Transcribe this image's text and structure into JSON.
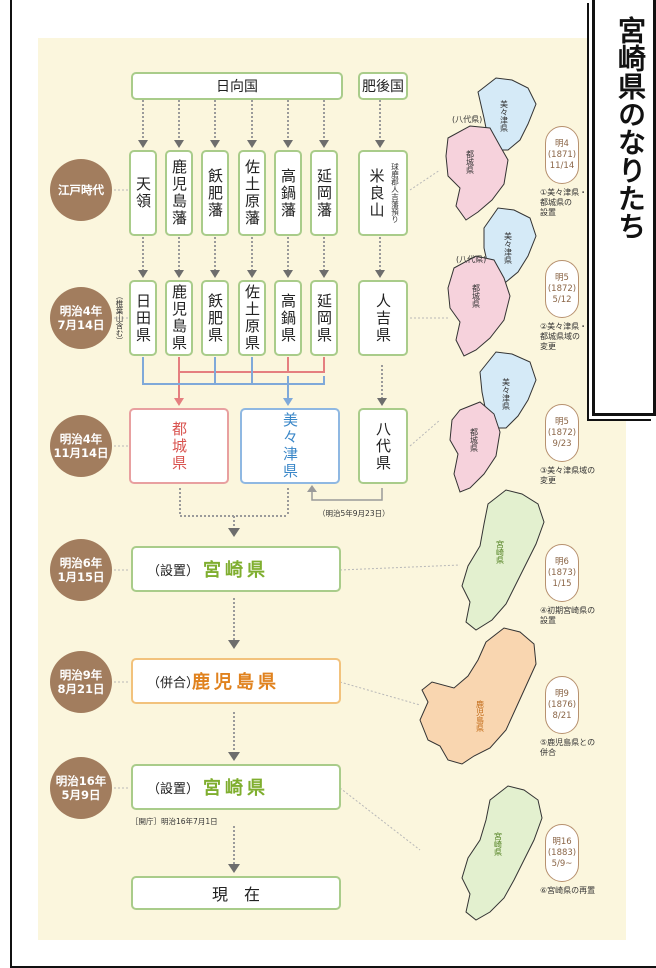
{
  "title": "宮崎県のなりたち",
  "top": {
    "hyuga": "日向国",
    "higo": "肥後国"
  },
  "eras": {
    "edo": "江戸時代",
    "m4a": "明治4年\n7月14日",
    "m4b": "明治4年\n11月14日",
    "m6": "明治6年\n1月15日",
    "m9": "明治9年\n8月21日",
    "m16": "明治16年\n5月9日"
  },
  "edo_domains": [
    "天領",
    "鹿児島藩",
    "飫肥藩",
    "佐土原藩",
    "高鍋藩",
    "延岡藩",
    "米良山"
  ],
  "edo_note": "球磨郡人吉藩預り",
  "m4a_prefs": [
    "日田県",
    "鹿児島県",
    "飫肥県",
    "佐土原県",
    "高鍋県",
    "延岡県",
    "人吉県"
  ],
  "m4a_note": "（椎葉山含む）",
  "m4b": {
    "miyakonojo": "都城県",
    "mimitsu": "美々津県",
    "yatsushiro": "八代県",
    "note": "（明治5年9月23日）"
  },
  "m6": {
    "label": "（設置）",
    "pref": "宮崎県"
  },
  "m9": {
    "label": "（併合）",
    "pref": "鹿児島県"
  },
  "m16": {
    "label": "（設置）",
    "pref": "宮崎県",
    "note": "［開庁］明治16年7月1日"
  },
  "now": "現　在",
  "maps": [
    {
      "date": "明4\n(1871)\n11/14",
      "caption": "①美々津県・\n都城県の\n設置",
      "labels": [
        "美々津県",
        "都城県",
        "(八代県)"
      ]
    },
    {
      "date": "明5\n(1872)\n5/12",
      "caption": "②美々津県・\n都城県域の\n変更",
      "labels": [
        "美々津県",
        "都城県",
        "(八代県)"
      ]
    },
    {
      "date": "明5\n(1872)\n9/23",
      "caption": "③美々津県域の\n変更",
      "labels": [
        "美々津県",
        "都城県"
      ]
    },
    {
      "date": "明6\n(1873)\n1/15",
      "caption": "④初期宮崎県の\n設置",
      "labels": [
        "宮崎県"
      ]
    },
    {
      "date": "明9\n(1876)\n8/21",
      "caption": "⑤鹿児島県との\n併合",
      "labels": [
        "鹿児島県"
      ]
    },
    {
      "date": "明16\n(1883)\n5/9~",
      "caption": "⑥宮崎県の再置",
      "labels": [
        "宮崎県"
      ]
    }
  ],
  "colors": {
    "green": "#7fae2f",
    "red": "#d9534f",
    "blue": "#3a87c8",
    "orange": "#e0821e",
    "era": "#a27d5e"
  }
}
